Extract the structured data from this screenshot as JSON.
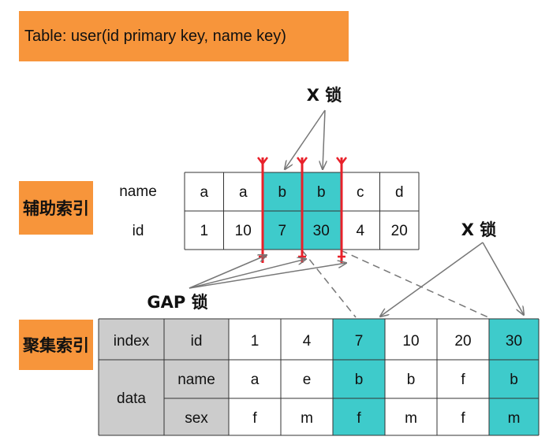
{
  "title": "Table: user(id primary key, name key)",
  "secondary_index": {
    "label": "辅助索引",
    "row_labels": [
      "name",
      "id"
    ],
    "names": [
      "a",
      "a",
      "b",
      "b",
      "c",
      "d"
    ],
    "ids": [
      "1",
      "10",
      "7",
      "30",
      "4",
      "20"
    ],
    "highlighted": [
      false,
      false,
      true,
      true,
      false,
      false
    ]
  },
  "clustered_index": {
    "label": "聚集索引",
    "index_label": "index",
    "data_label": "data",
    "field_labels": [
      "id",
      "name",
      "sex"
    ],
    "ids": [
      "1",
      "4",
      "7",
      "10",
      "20",
      "30"
    ],
    "names": [
      "a",
      "e",
      "b",
      "b",
      "f",
      "b"
    ],
    "sexes": [
      "f",
      "m",
      "f",
      "m",
      "f",
      "m"
    ],
    "highlighted": [
      false,
      false,
      true,
      false,
      false,
      true
    ]
  },
  "annotations": {
    "x_lock_top": "X 锁",
    "x_lock_right": "X 锁",
    "gap_lock": "GAP 锁"
  },
  "colors": {
    "orange": "#f7953b",
    "teal": "#3ecbcb",
    "gray": "#cccccc",
    "red": "#e8212a",
    "line": "#333333",
    "arrow": "#777777"
  }
}
